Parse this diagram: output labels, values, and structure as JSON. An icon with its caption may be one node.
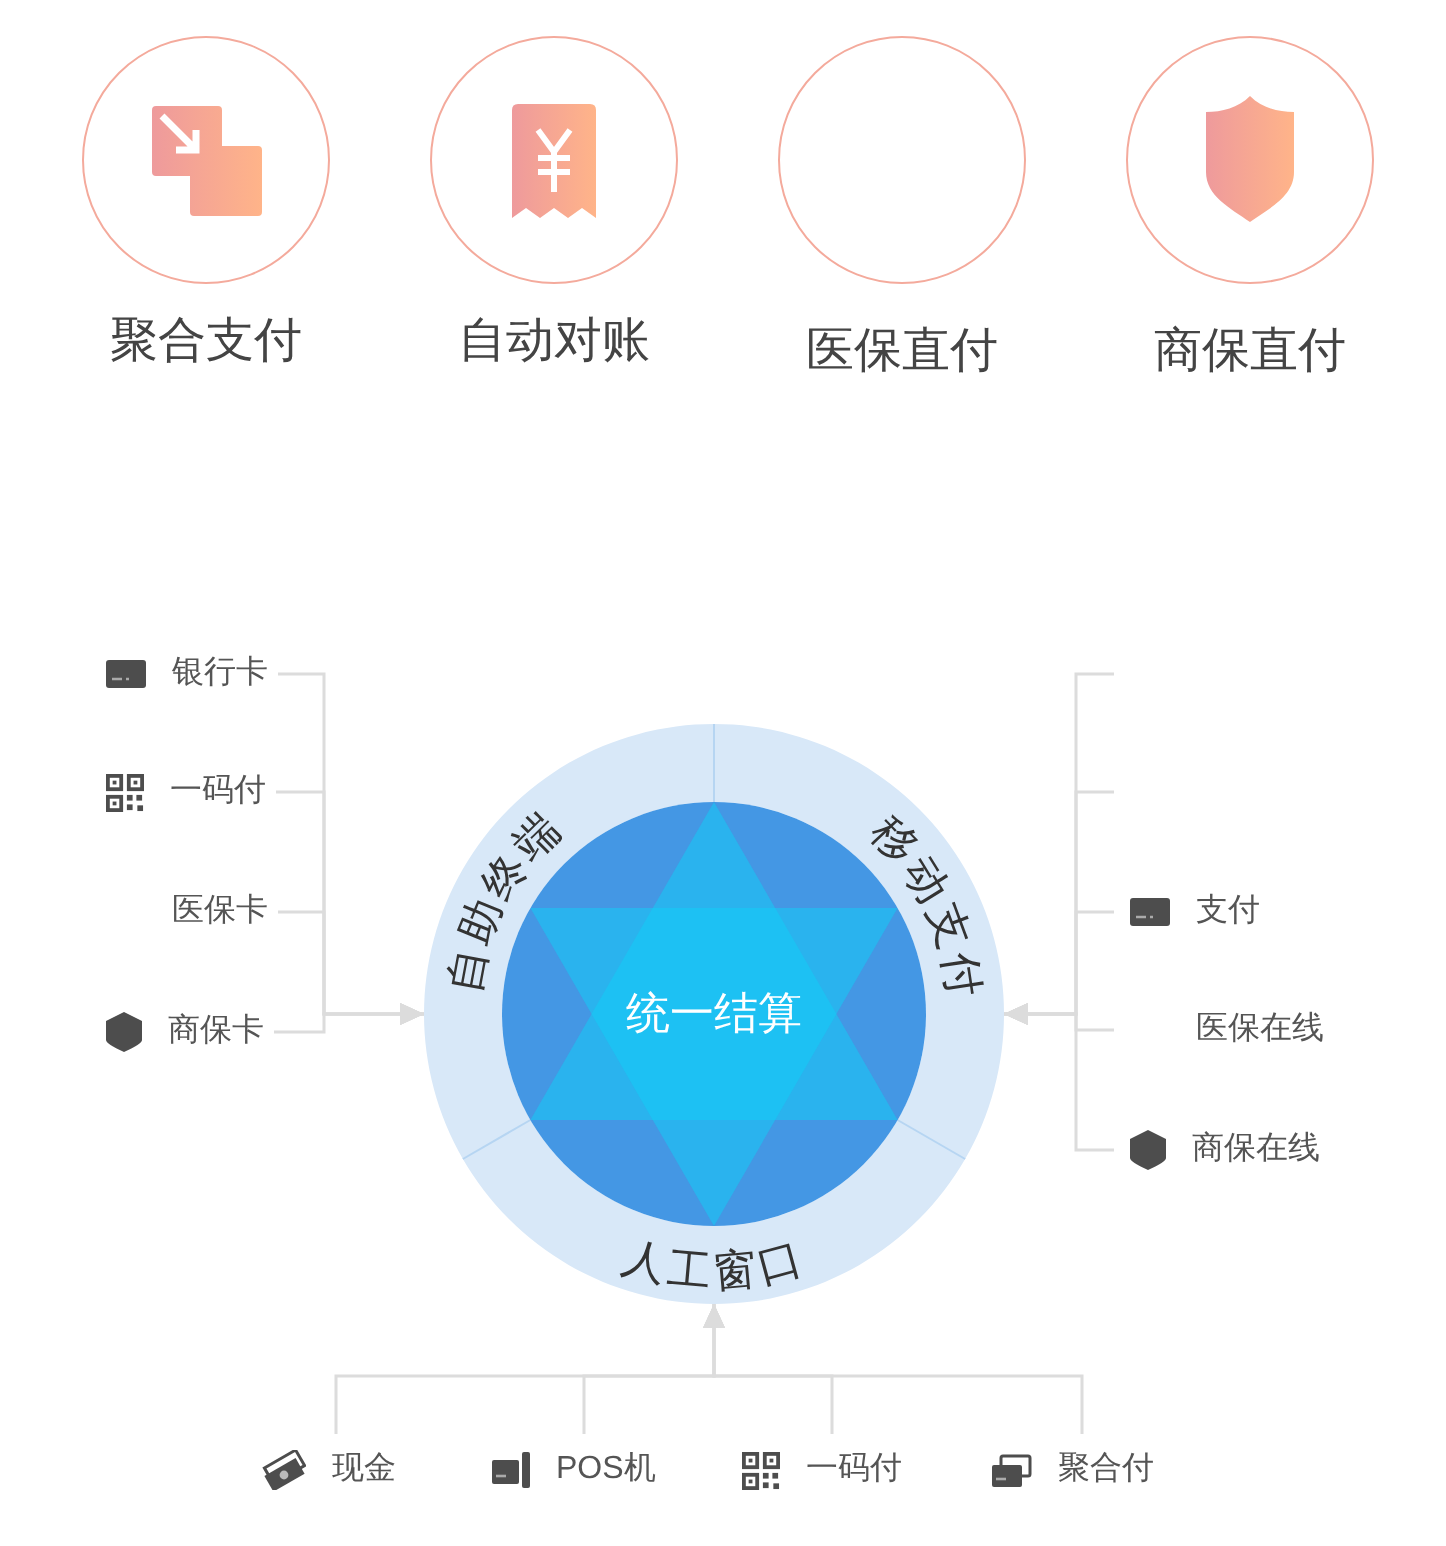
{
  "diagram": {
    "nodes": [
      {
        "text": [
          "聚合支付"
        ]
      },
      {
        "text": [
          "自动对账"
        ]
      },
      {
        "text": [
          "医保直付"
        ]
      },
      {
        "text": [
          "商保直付"
        ]
      },
      {
        "text": [
          "银行卡"
        ]
      },
      {
        "text": [
          "一码付"
        ]
      },
      {
        "text": [
          "医保卡"
        ]
      },
      {
        "text": [
          "商保卡"
        ]
      },
      {
        "text": [
          "统一结算"
        ]
      },
      {
        "text": [
          "自助终端"
        ]
      },
      {
        "text": [
          "移动支付"
        ]
      },
      {
        "text": [
          "人工窗口"
        ]
      },
      {
        "text": [
          "支付"
        ]
      },
      {
        "text": [
          "医保在线"
        ]
      },
      {
        "text": [
          "商保在线"
        ]
      },
      {
        "text": [
          "现金"
        ]
      },
      {
        "text": [
          "POS机"
        ]
      },
      {
        "text": [
          "一码付"
        ]
      },
      {
        "text": [
          "聚合付"
        ]
      }
    ],
    "edges": [
      {
        "from": 4,
        "to": 9,
        "arrow": "to"
      },
      {
        "from": 5,
        "to": 9,
        "arrow": "to"
      },
      {
        "from": 6,
        "to": 9,
        "arrow": "to"
      },
      {
        "from": 7,
        "to": 9,
        "arrow": "to"
      },
      {
        "from": null,
        "to": 10,
        "arrow": "to"
      },
      {
        "from": null,
        "to": 10,
        "arrow": "to"
      },
      {
        "from": 12,
        "to": 10,
        "arrow": "to"
      },
      {
        "from": 13,
        "to": 10,
        "arrow": "to"
      },
      {
        "from": 14,
        "to": 10,
        "arrow": "to"
      },
      {
        "from": 15,
        "to": 11,
        "arrow": "to"
      },
      {
        "from": 16,
        "to": 11,
        "arrow": "to"
      },
      {
        "from": 17,
        "to": 11,
        "arrow": "to"
      },
      {
        "from": 18,
        "to": 11,
        "arrow": "to"
      }
    ]
  }
}
